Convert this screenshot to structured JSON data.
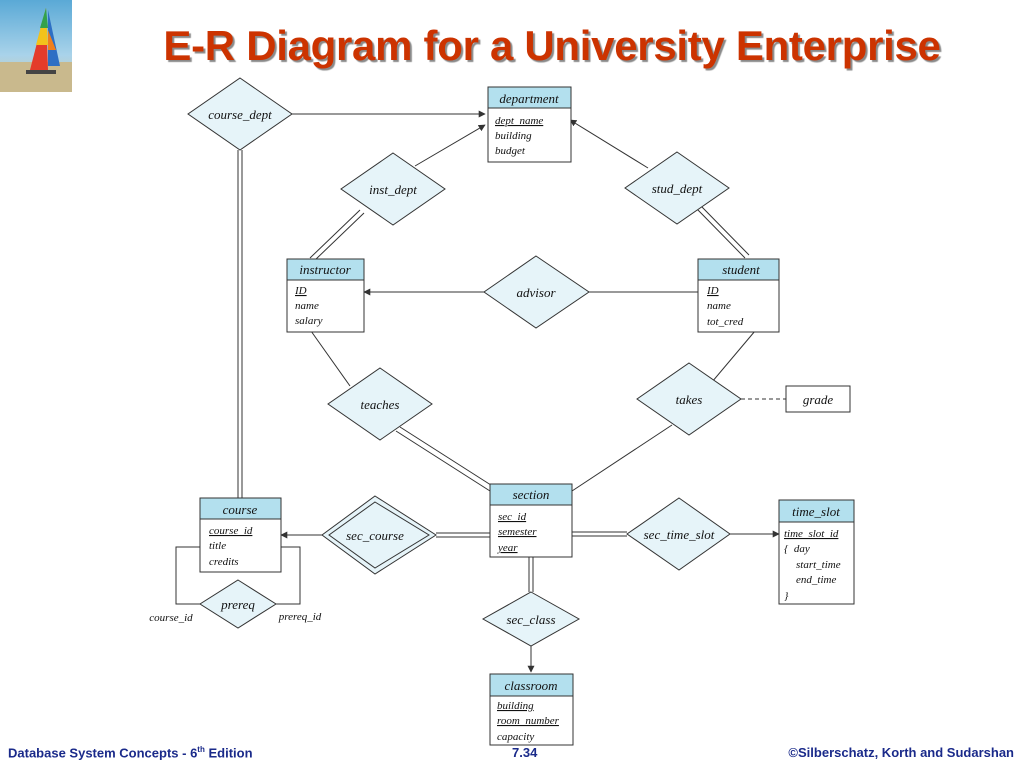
{
  "slide": {
    "title": "E-R Diagram for a University Enterprise",
    "footer_left_main": "Database System Concepts - 6",
    "footer_left_sup": "th",
    "footer_left_tail": " Edition",
    "footer_page": "7.34",
    "footer_right": "©Silberschatz, Korth and Sudarshan"
  },
  "entities": {
    "department": {
      "name": "department",
      "attrs": [
        "dept_name",
        "building",
        "budget"
      ]
    },
    "instructor": {
      "name": "instructor",
      "attrs": [
        "ID",
        "name",
        "salary"
      ]
    },
    "student": {
      "name": "student",
      "attrs": [
        "ID",
        "name",
        "tot_cred"
      ]
    },
    "course": {
      "name": "course",
      "attrs": [
        "course_id",
        "title",
        "credits"
      ]
    },
    "section": {
      "name": "section",
      "attrs": [
        "sec_id",
        "semester",
        "year"
      ]
    },
    "time_slot": {
      "name": "time_slot",
      "attrs": [
        "time_slot_id",
        "{  day",
        "start_time",
        "end_time",
        "}"
      ]
    },
    "classroom": {
      "name": "classroom",
      "attrs": [
        "building",
        "room_number",
        "capacity"
      ]
    }
  },
  "relationships": {
    "course_dept": "course_dept",
    "inst_dept": "inst_dept",
    "stud_dept": "stud_dept",
    "advisor": "advisor",
    "teaches": "teaches",
    "takes": "takes",
    "sec_course": "sec_course",
    "sec_time_slot": "sec_time_slot",
    "sec_class": "sec_class",
    "prereq": "prereq"
  },
  "attribute_box": {
    "grade": "grade"
  },
  "role_labels": {
    "course_id": "course_id",
    "prereq_id": "prereq_id"
  },
  "colors": {
    "title": "#cc3300",
    "entity_header": "#b3e0ee",
    "diamond_fill": "#e6f4f9",
    "line": "#333333",
    "footer": "#1a2a8a"
  }
}
